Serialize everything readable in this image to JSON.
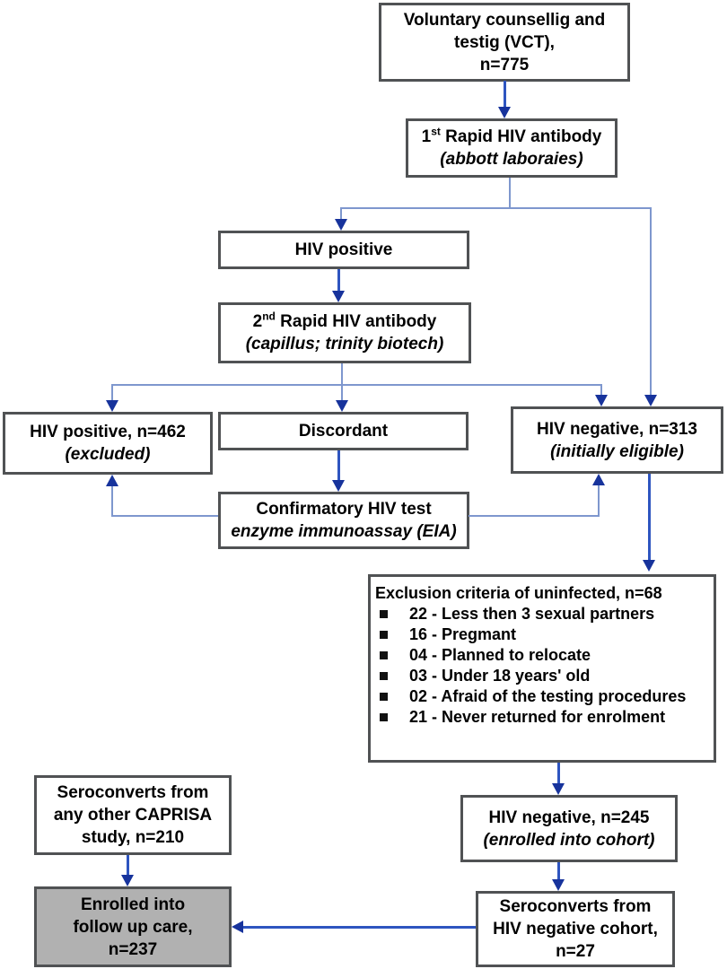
{
  "colors": {
    "background": "#ffffff",
    "box_border": "#505254",
    "box_fill": "#ffffff",
    "highlight_box_fill": "#b1b1b1",
    "connector_light": "#7e97ce",
    "connector_dark": "#2e55c0",
    "arrowhead": "#17339c",
    "text": "#000000"
  },
  "boxes": {
    "vct": {
      "line1": "Voluntary counsellig and",
      "line2": "testig (VCT),",
      "line3": "n=775"
    },
    "rapid1": {
      "num": "1",
      "ordinal": "st",
      "label": " Rapid HIV antibody",
      "subtitle": "(abbott laboraies)"
    },
    "hiv_positive": {
      "line1": "HIV positive"
    },
    "rapid2": {
      "num": "2",
      "ordinal": "nd",
      "label": " Rapid HIV antibody",
      "subtitle": "(capillus; trinity biotech)"
    },
    "hiv_positive_excluded": {
      "line1": "HIV positive, n=462",
      "line2": "(excluded)"
    },
    "discordant": {
      "line1": "Discordant"
    },
    "hiv_negative_eligible": {
      "line1": "HIV negative, n=313",
      "line2": "(initially eligible)"
    },
    "confirmatory": {
      "line1": "Confirmatory HIV test",
      "line2": "enzyme immunoassay (EIA)"
    },
    "exclusion": {
      "title": "Exclusion criteria of uninfected, n=68",
      "items": [
        "22 - Less then 3 sexual partners",
        "16 - Pregmant",
        "04 - Planned to relocate",
        "03 - Under 18 years' old",
        "02 - Afraid of the testing procedures",
        "21 - Never returned for enrolment"
      ]
    },
    "seroconverts_caprisa": {
      "line1": "Seroconverts from",
      "line2": "any other CAPRISA",
      "line3": "study, n=210"
    },
    "enrolled_followup": {
      "line1": "Enrolled into",
      "line2": "follow up care,",
      "line3": "n=237"
    },
    "hiv_negative_enrolled": {
      "line1": "HIV negative, n=245",
      "line2": "(enrolled into cohort)"
    },
    "seroconverts_cohort": {
      "line1": "Seroconverts from",
      "line2": "HIV negative cohort,",
      "line3": "n=27"
    }
  }
}
